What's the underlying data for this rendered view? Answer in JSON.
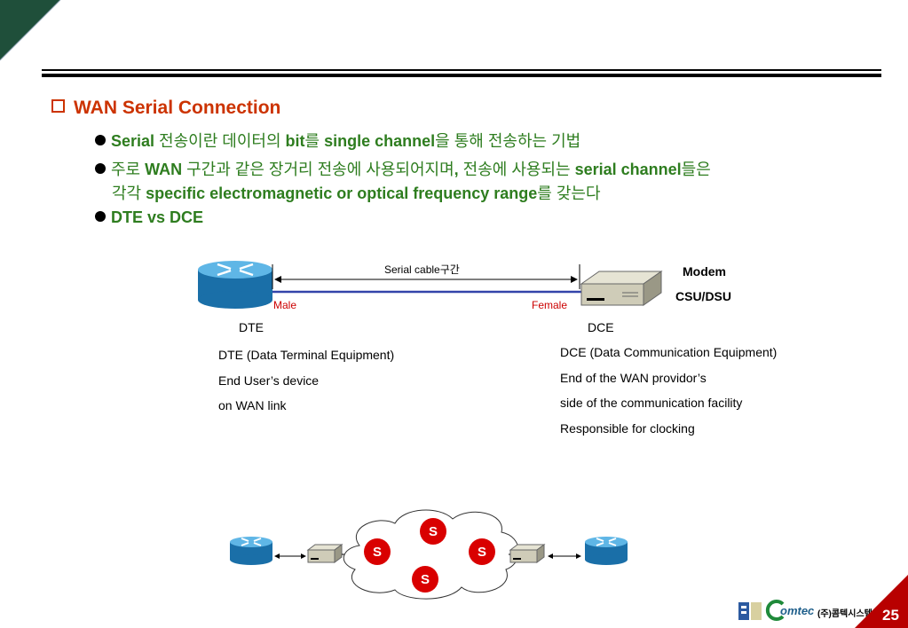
{
  "slide": {
    "title": "WAN Serial Connection",
    "bullets": [
      {
        "a": "Serial",
        "b": " 전송이란 데이터의 ",
        "c": "bit",
        "d": "를 ",
        "e": "single channel",
        "f": "을 통해 전송하는 기법"
      },
      {
        "a": "주로 ",
        "b": "WAN",
        "c": " 구간과 같은 장거리 전송에 사용되어지며",
        "d": ",",
        "e": " 전송에 사용되는 ",
        "f": "serial channel",
        "g": "들은"
      },
      {
        "a": "각각 ",
        "b": "specific electromagnetic or optical frequency range",
        "c": "를 갖는다"
      },
      {
        "a": "DTE vs DCE"
      }
    ],
    "page_number": "25"
  },
  "diagram": {
    "cable_label": "Serial cable구간",
    "male": "Male",
    "female": "Female",
    "dte": "DTE",
    "dce": "DCE",
    "modem": "Modem",
    "csu_dsu": "CSU/DSU",
    "dte_desc": [
      "DTE (Data Terminal Equipment)",
      "End User’s device",
      "on WAN link"
    ],
    "dce_desc": [
      "DCE (Data Communication Equipment)",
      "End of the WAN providor’s",
      "side of the communication facility",
      "Responsible for clocking"
    ],
    "switch_label": "S"
  },
  "footer": {
    "logo_text": "omtec",
    "company": "(주)콤텍시스템"
  },
  "colors": {
    "title": "#cc3300",
    "bullet_text": "#2e7d1f",
    "router": "#2a8fce",
    "switch": "#d90000",
    "corner": "#1f4f3a"
  }
}
